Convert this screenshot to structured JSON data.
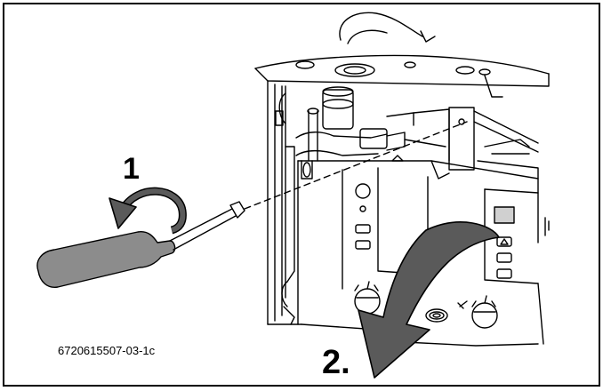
{
  "steps": {
    "step1": "1",
    "step2": "2."
  },
  "figure_code": "6720615507-03-1c",
  "colors": {
    "line": "#000000",
    "arrow_fill": "#5a5a5a",
    "handle_fill": "#8c8c8c",
    "display_fill": "#d0d0d0"
  },
  "icons": {
    "rotate_arrow": "counterclockwise-rotation-arrow",
    "swing_arrow": "downward-swing-arrow"
  }
}
